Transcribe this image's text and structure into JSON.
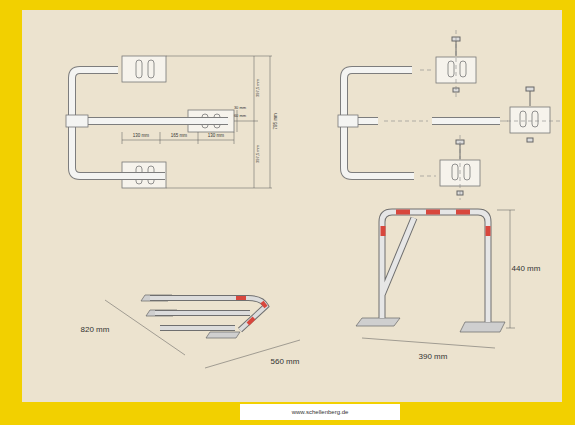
{
  "diagram": {
    "labels": [
      "30 mm",
      "60 mm",
      "397,5 mm",
      "397,5 mm",
      "795 mm",
      "130 mm",
      "165 mm",
      "130 mm",
      "820 mm",
      "560 mm",
      "440 mm",
      "390 mm",
      "www.schellenberg.de"
    ]
  }
}
